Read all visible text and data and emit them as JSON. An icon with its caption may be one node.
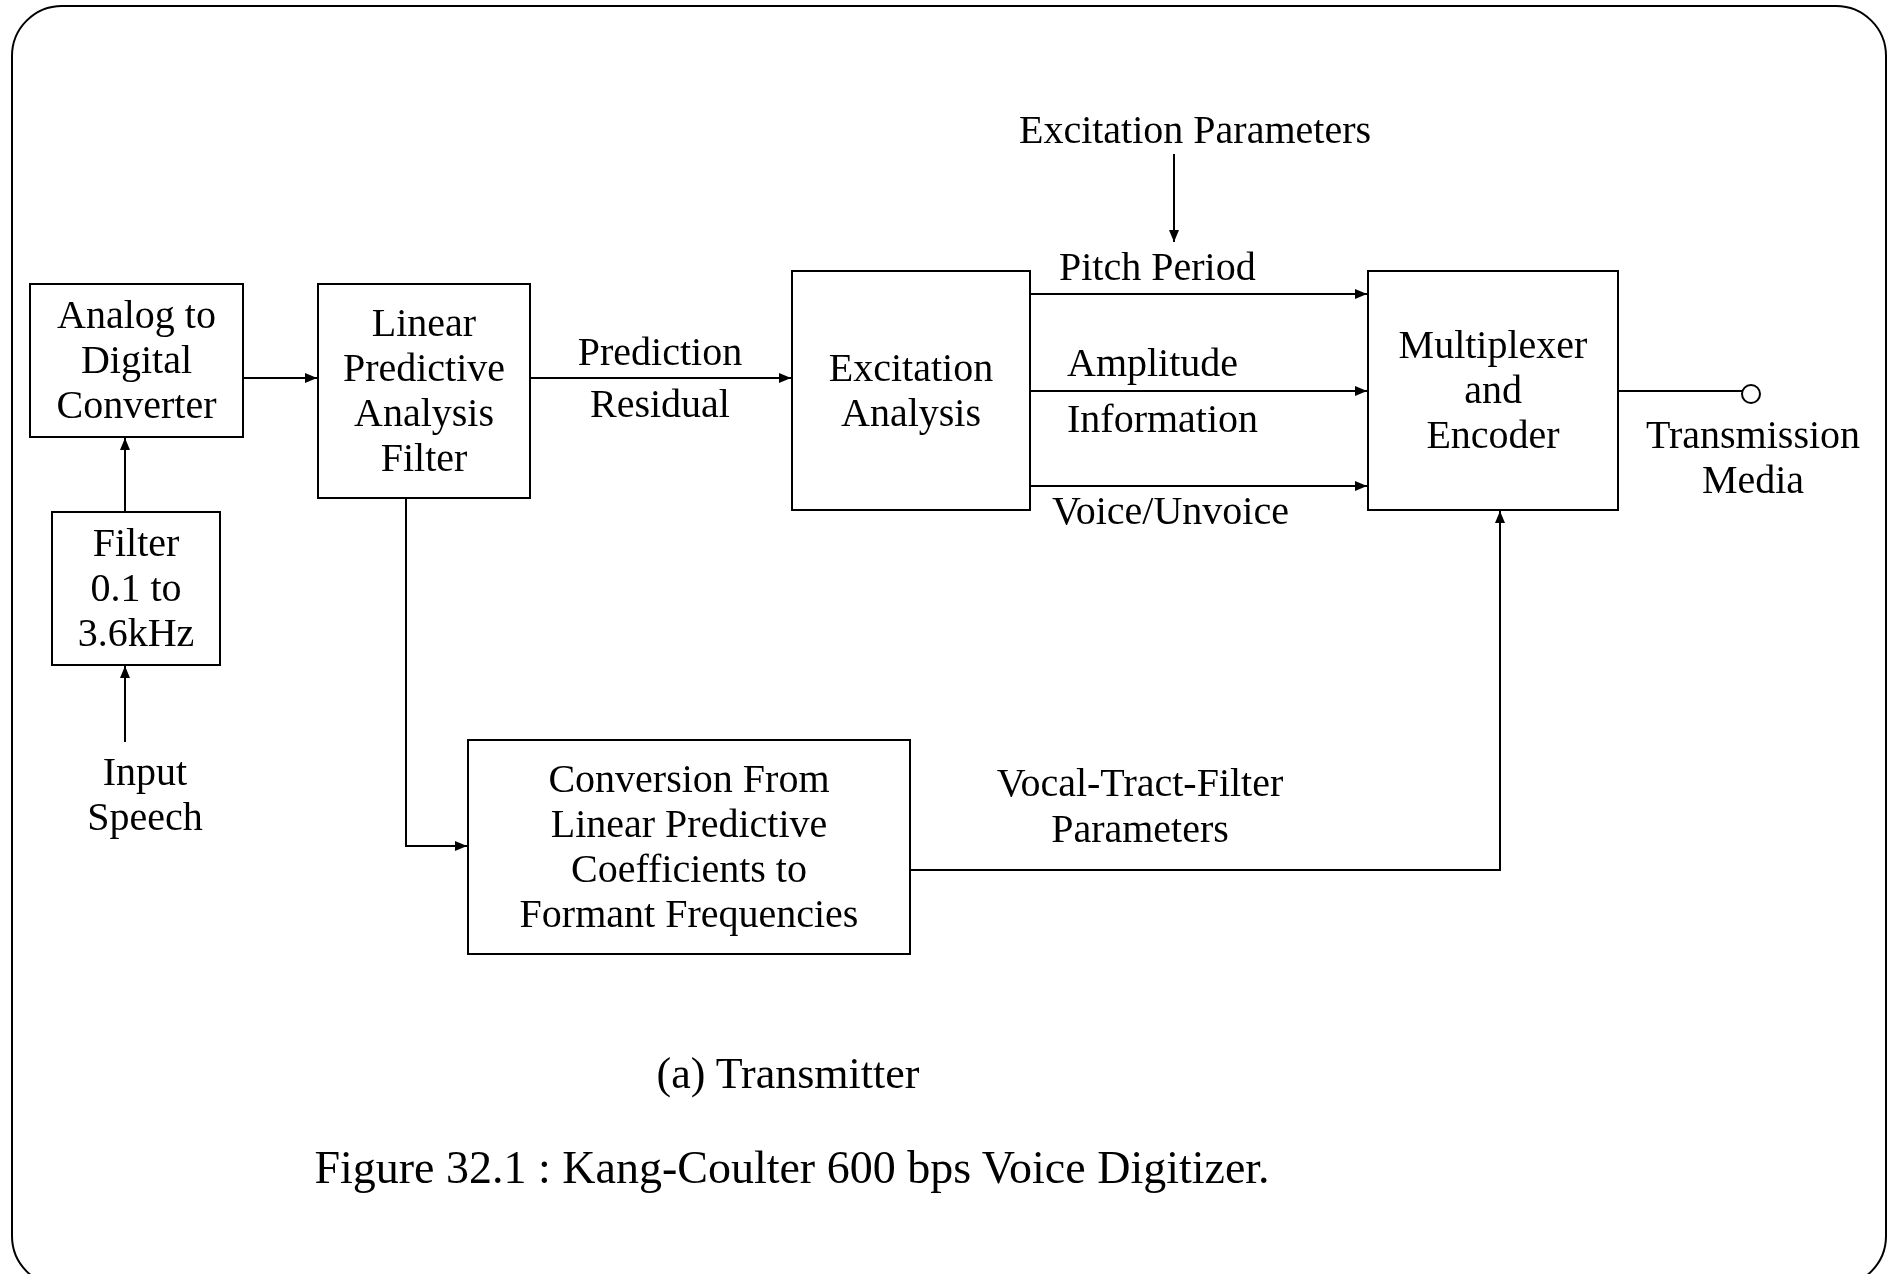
{
  "diagram": {
    "caption": "Figure 32.1 : Kang-Coulter 600 bps Voice Digitizer.",
    "nodes": [
      {
        "text": [
          "Input Speech"
        ]
      },
      {
        "text": [
          "Filter 0.1 to 3.6kHz"
        ]
      },
      {
        "text": [
          "Analog to Digital Converter"
        ]
      },
      {
        "text": [
          "Linear Predictive Analysis Filter"
        ]
      },
      {
        "text": [
          "Excitation Analysis"
        ]
      },
      {
        "text": [
          "Excitation Parameters"
        ]
      },
      {
        "text": [
          "Multiplexer and Encoder"
        ]
      },
      {
        "text": [
          "Transmission Media"
        ]
      },
      {
        "text": [
          "Conversion From Linear Predictive Coefficients to Formant Frequencies"
        ]
      }
    ],
    "edges": [
      {
        "from": 0,
        "to": 1,
        "arrow": "to"
      },
      {
        "from": 1,
        "to": 2,
        "arrow": "to"
      },
      {
        "from": 2,
        "to": 3,
        "arrow": "to"
      },
      {
        "from": 3,
        "to": 4,
        "arrow": "to",
        "label": "Prediction Residual"
      },
      {
        "from": 4,
        "to": 6,
        "arrow": "to",
        "label": "Pitch Period"
      },
      {
        "from": 4,
        "to": 6,
        "arrow": "to",
        "label": "Amplitude Information"
      },
      {
        "from": 4,
        "to": 6,
        "arrow": "to",
        "label": "Voice/Unvoice"
      },
      {
        "from": 3,
        "to": 8,
        "arrow": "to"
      },
      {
        "from": 8,
        "to": 6,
        "arrow": "to",
        "label": "Vocal-Tract-Filter Parameters"
      },
      {
        "from": 5,
        "to": null,
        "arrow": "to"
      },
      {
        "from": 6,
        "to": 7,
        "arrow": "other"
      }
    ],
    "labels": [
      "(a) Transmitter"
    ]
  }
}
